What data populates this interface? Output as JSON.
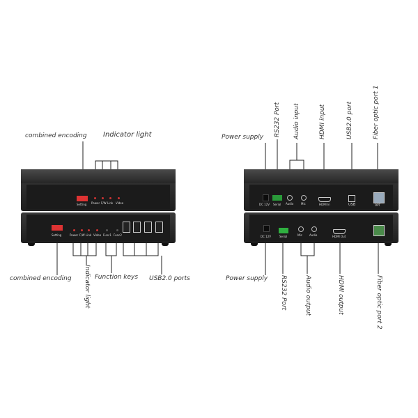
{
  "left_device": {
    "callouts_top": {
      "combined_encoding": "combined encoding",
      "indicator_light": "Indicator light"
    },
    "callouts_bottom": {
      "combined_encoding": "combined encoding",
      "indicator_light": "Indicator light",
      "function_keys": "Function keys",
      "usb_ports": "USB2.0 ports"
    },
    "top_panel": {
      "setting": "Setting",
      "leds": [
        "Power",
        "F/W",
        "Link",
        "Video"
      ]
    },
    "bottom_panel": {
      "setting": "Setting",
      "leds": [
        "Power",
        "F/W",
        "Link",
        "Video"
      ],
      "keys": [
        "Func1",
        "Func2"
      ]
    }
  },
  "right_device": {
    "callouts_top": {
      "power_supply": "Power supply",
      "rs232": "RS232 Port",
      "audio_input": "Audio input",
      "hdmi_input": "HDMI input",
      "usb_port": "USB2.0 port",
      "fiber1": "Fiber optic port 1"
    },
    "callouts_bottom": {
      "power_supply": "Power supply",
      "rs232": "RS232 Port",
      "audio_output": "Audio output",
      "hdmi_output": "HDMI output",
      "fiber2": "Fiber optic port 2"
    },
    "top_panel": {
      "dc": "DC 12V",
      "serial": "Serial",
      "audio": "Audio",
      "mic": "Mic",
      "hdmi": "HDMI In",
      "usb": "USB",
      "opt": "OPT"
    },
    "bottom_panel": {
      "dc": "DC 12V",
      "serial": "Serial",
      "mic": "Mic",
      "audio": "Audio",
      "hdmi": "HDMI Out"
    }
  },
  "colors": {
    "led": "#cc3333",
    "dip_switch": "#dd3333",
    "terminal": "#2a9a3a",
    "chassis": "#2a2a2a"
  }
}
